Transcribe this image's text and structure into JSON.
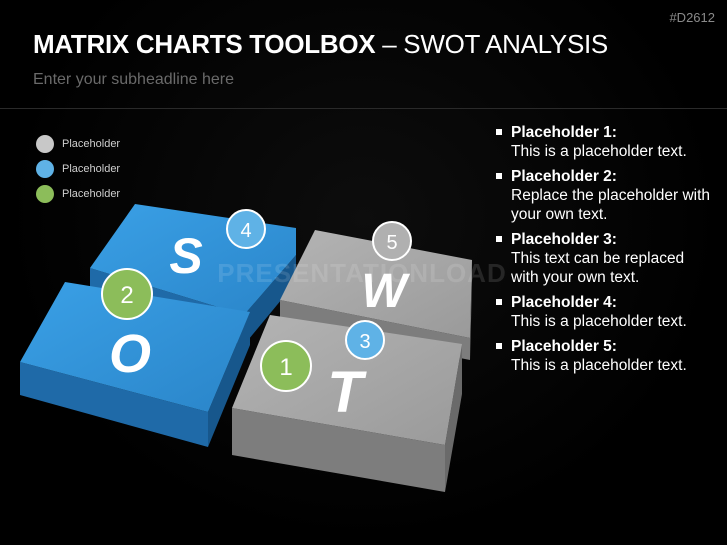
{
  "header": {
    "code": "#D2612",
    "title_bold": "MATRIX CHARTS TOOLBOX",
    "title_rest": " – SWOT ANALYSIS",
    "subtitle": "Enter your subheadline here"
  },
  "legend": [
    {
      "label": "Placeholder",
      "color": "#c8c8c8"
    },
    {
      "label": "Placeholder",
      "color": "#5fb2e6"
    },
    {
      "label": "Placeholder",
      "color": "#8cbd5a"
    }
  ],
  "tiles": {
    "S": "S",
    "O": "O",
    "W": "W",
    "T": "T"
  },
  "markers": [
    "1",
    "2",
    "3",
    "4",
    "5"
  ],
  "watermark": "PRESENTATIONLOAD",
  "bullets": [
    {
      "title": "Placeholder 1:",
      "text": "This is a placeholder text."
    },
    {
      "title": "Placeholder 2:",
      "text": "Replace the placeholder with your own text."
    },
    {
      "title": "Placeholder 3:",
      "text": "This text can be replaced with your own text."
    },
    {
      "title": "Placeholder 4:",
      "text": "This is a placeholder text."
    },
    {
      "title": "Placeholder 5:",
      "text": "This is a placeholder text."
    }
  ],
  "colors": {
    "blue_top": "#2f8fd6",
    "blue_side": "#1f6aa8",
    "gray_top": "#a8a8a8",
    "gray_side": "#7d7d7d",
    "green": "#8cbd5a",
    "light_blue": "#5fb2e6",
    "light_gray": "#c8c8c8"
  }
}
